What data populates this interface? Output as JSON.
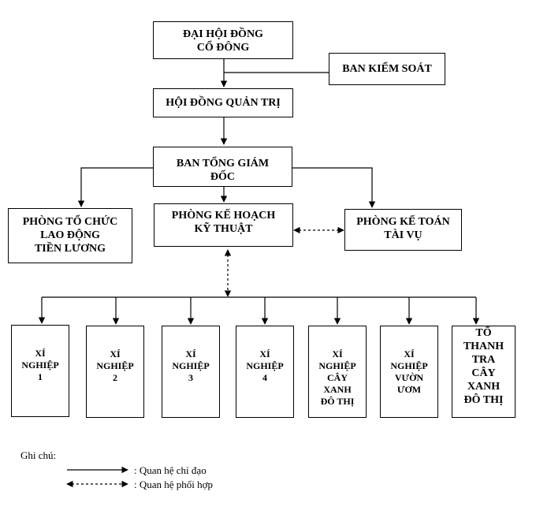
{
  "diagram": {
    "nodes": {
      "dai_hoi": "ĐẠI HỘI ĐỒNG\nCỔ ĐÔNG",
      "ban_kiem_soat": "BAN KIỂM SOÁT",
      "hoi_dong": "HỘI ĐỒNG QUẢN TRỊ",
      "ban_tgd": "BAN TỔNG GIÁM\nĐỐC",
      "p_to_chuc": "PHÒNG TỔ CHỨC\nLAO ĐỘNG\nTIỀN LƯƠNG",
      "p_ke_hoach": "PHÒNG KẾ HOẠCH\nKỸ THUẬT",
      "p_ke_toan": "PHÒNG KẾ TOÁN\nTÀI VỤ",
      "xn1": "XÍ\nNGHIỆP\n1",
      "xn2": "XÍ\nNGHIỆP\n2",
      "xn3": "XÍ\nNGHIỆP\n3",
      "xn4": "XÍ\nNGHIỆP\n4",
      "xn_cay_xanh": "XÍ\nNGHIỆP\nCÂY\nXANH\nĐÔ THỊ",
      "xn_vuon_uom": "XÍ\nNGHIỆP\nVƯỜN\nƯƠM",
      "to_thanh_tra": "TỔ\nTHANH\nTRA\nCÂY\nXANH\nĐÔ THỊ"
    },
    "legend": {
      "title": "Ghi chú:",
      "direct": ": Quan hệ chỉ đạo",
      "coord": ": Quan hệ phối hợp"
    }
  }
}
